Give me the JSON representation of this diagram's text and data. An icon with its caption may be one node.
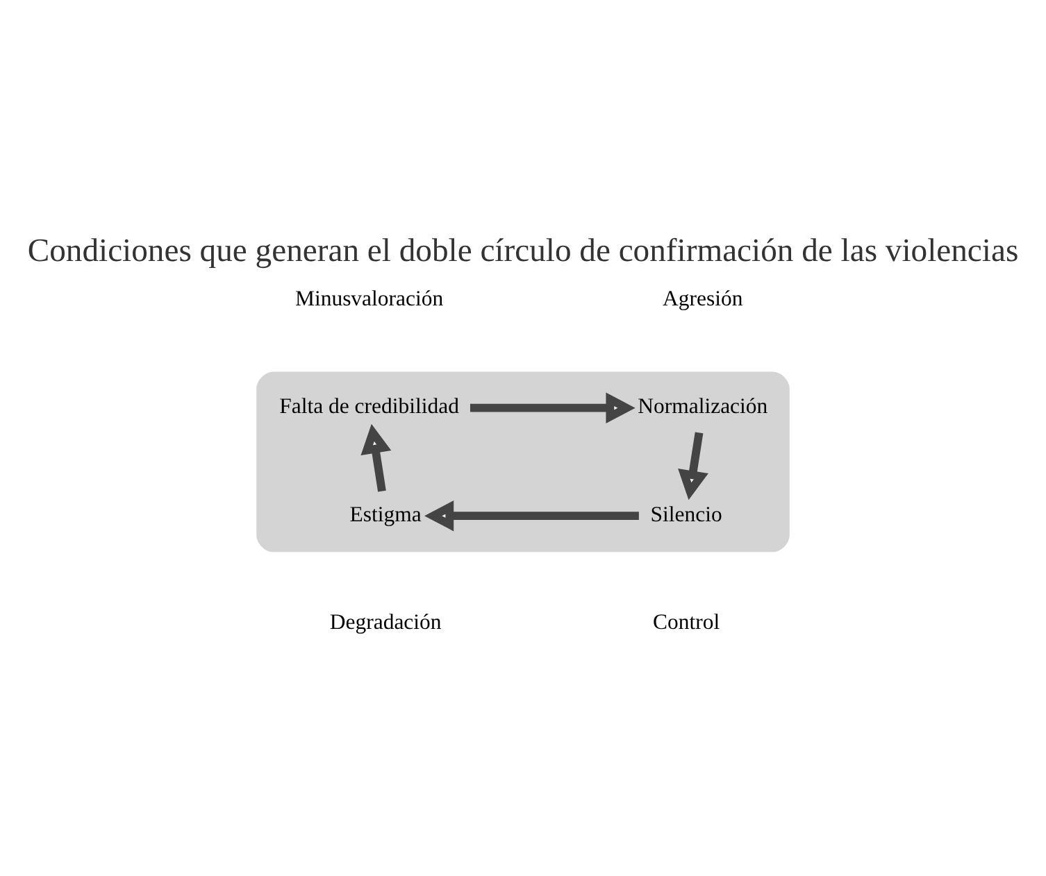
{
  "diagram": {
    "title": "Condiciones que generan el doble círculo de confirmación de las violencias",
    "nodes": [
      {
        "text": [],
        "shape": "box"
      },
      {
        "text": [
          "Falta de credibilidad"
        ],
        "in": 0
      },
      {
        "text": [
          "Normalización"
        ],
        "in": 0
      },
      {
        "text": [
          "Silencio"
        ],
        "in": 0
      },
      {
        "text": [
          "Estigma"
        ],
        "in": 0
      }
    ],
    "edges": [
      {
        "from": 1,
        "to": 2,
        "arrow": "to"
      },
      {
        "from": 2,
        "to": 3,
        "arrow": "to"
      },
      {
        "from": 3,
        "to": 4,
        "arrow": "to"
      },
      {
        "from": 4,
        "to": 1,
        "arrow": "to"
      }
    ],
    "labels": [
      "Minusvaloración",
      "Agresión",
      "Degradación",
      "Control"
    ]
  }
}
